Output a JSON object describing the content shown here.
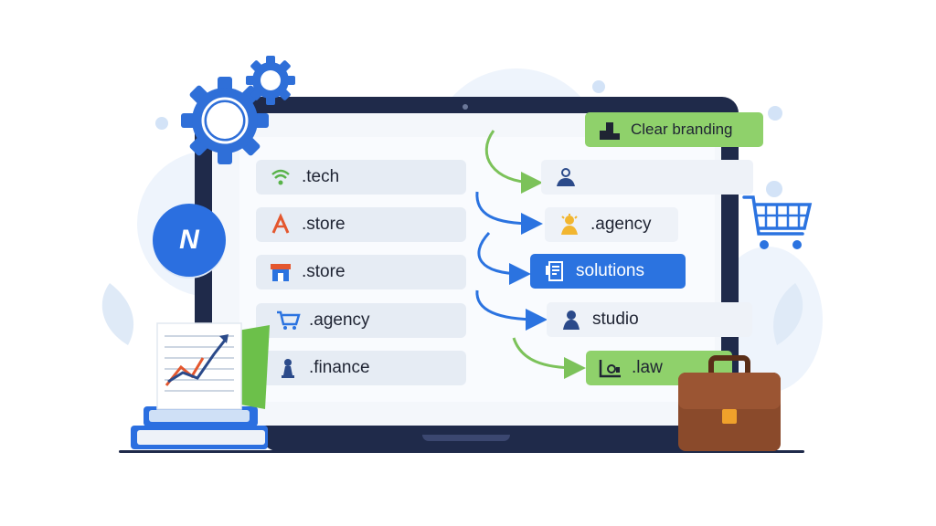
{
  "left_domains": [
    {
      "label": ".tech",
      "icon": "wifi-icon"
    },
    {
      "label": ".store",
      "icon": "a-logo-icon"
    },
    {
      "label": ".store",
      "icon": "shop-icon"
    },
    {
      "label": ".agency",
      "icon": "cart-icon"
    },
    {
      "label": ".finance",
      "icon": "pawn-icon"
    }
  ],
  "right_items": [
    {
      "label": "Clear branding",
      "icon": "podium-icon",
      "style": "green"
    },
    {
      "label": "",
      "icon": "people-icon",
      "style": "light"
    },
    {
      "label": ".agency",
      "icon": "person-sun-icon",
      "style": "light"
    },
    {
      "label": "solutions",
      "icon": "document-icon",
      "style": "blue"
    },
    {
      "label": "studio",
      "icon": "person-icon",
      "style": "light"
    },
    {
      "label": ".law",
      "icon": "scale-icon",
      "style": "green"
    }
  ],
  "logo": {
    "text": "N"
  },
  "colors": {
    "accent": "#2b73e0",
    "green": "#8fd16b",
    "laptop": "#1f2a4a",
    "gear": "#2f6fd8",
    "briefcase": "#8a4a2b"
  }
}
